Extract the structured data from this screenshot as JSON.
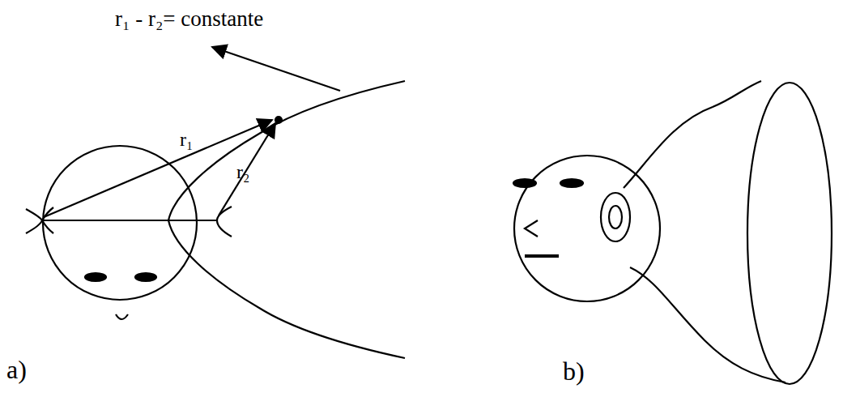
{
  "diagram": {
    "labels": [
      "r₁ - r₂= constante",
      "r₁",
      "r₂",
      "a)",
      "b)"
    ]
  }
}
